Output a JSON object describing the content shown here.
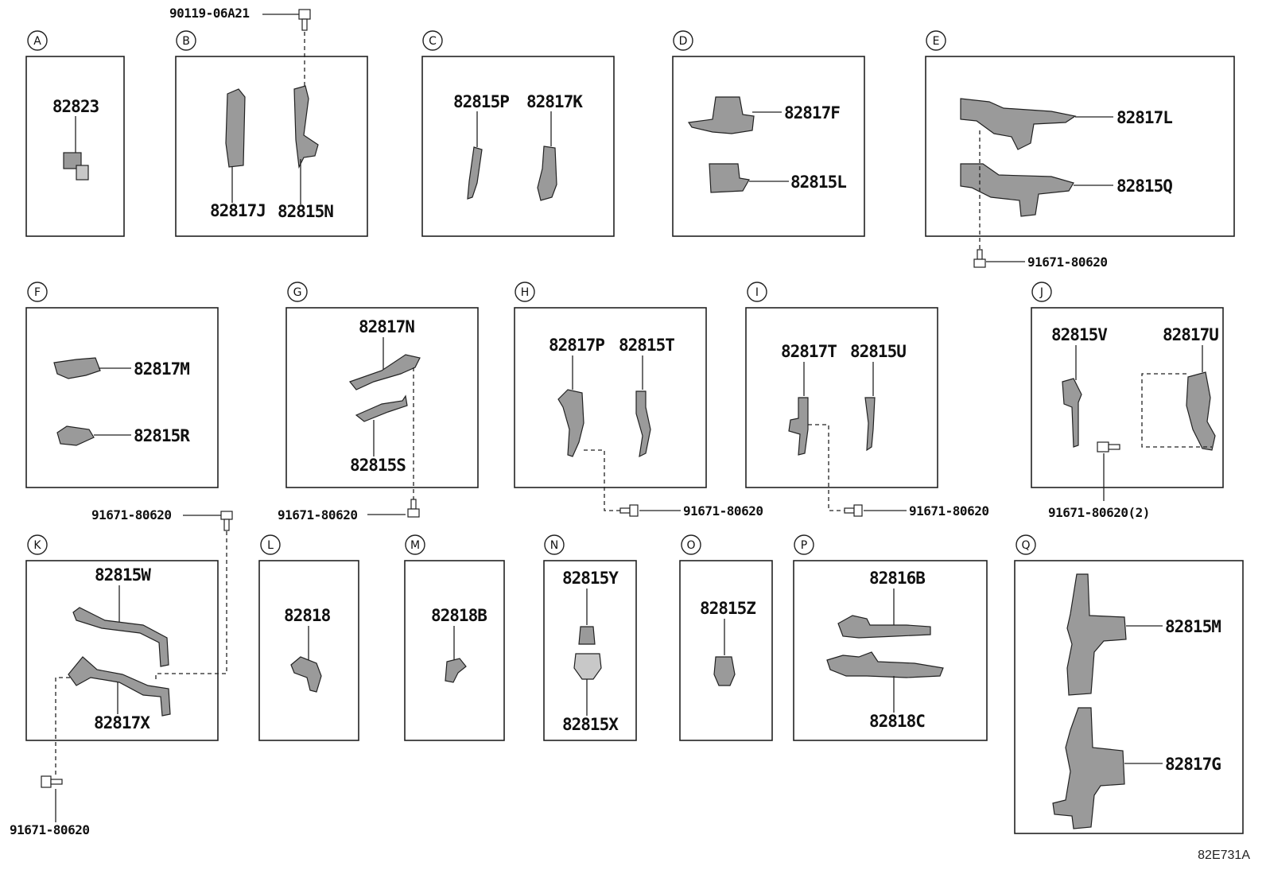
{
  "sections": {
    "A": {
      "label": "A",
      "parts": [
        "82823"
      ]
    },
    "B": {
      "label": "B",
      "parts": [
        "82817J",
        "82815N"
      ],
      "bolt": "90119-06A21"
    },
    "C": {
      "label": "C",
      "parts": [
        "82815P",
        "82817K"
      ]
    },
    "D": {
      "label": "D",
      "parts": [
        "82817F",
        "82815L"
      ]
    },
    "E": {
      "label": "E",
      "parts": [
        "82817L",
        "82815Q"
      ],
      "bolt": "91671-80620"
    },
    "F": {
      "label": "F",
      "parts": [
        "82817M",
        "82815R"
      ]
    },
    "G": {
      "label": "G",
      "parts": [
        "82817N",
        "82815S"
      ],
      "bolt": "91671-80620"
    },
    "H": {
      "label": "H",
      "parts": [
        "82817P",
        "82815T"
      ],
      "bolt": "91671-80620"
    },
    "I": {
      "label": "I",
      "parts": [
        "82817T",
        "82815U"
      ],
      "bolt": "91671-80620"
    },
    "J": {
      "label": "J",
      "parts": [
        "82815V",
        "82817U"
      ],
      "bolt": "91671-80620(2)"
    },
    "K": {
      "label": "K",
      "parts": [
        "82815W",
        "82817X"
      ],
      "bolt_top": "91671-80620",
      "bolt_bottom": "91671-80620"
    },
    "L": {
      "label": "L",
      "parts": [
        "82818"
      ]
    },
    "M": {
      "label": "M",
      "parts": [
        "82818B"
      ]
    },
    "N": {
      "label": "N",
      "parts": [
        "82815Y",
        "82815X"
      ]
    },
    "O": {
      "label": "O",
      "parts": [
        "82815Z"
      ]
    },
    "P": {
      "label": "P",
      "parts": [
        "82816B",
        "82818C"
      ]
    },
    "Q": {
      "label": "Q",
      "parts": [
        "82815M",
        "82817G"
      ]
    }
  },
  "diagram_code": "82E731A"
}
